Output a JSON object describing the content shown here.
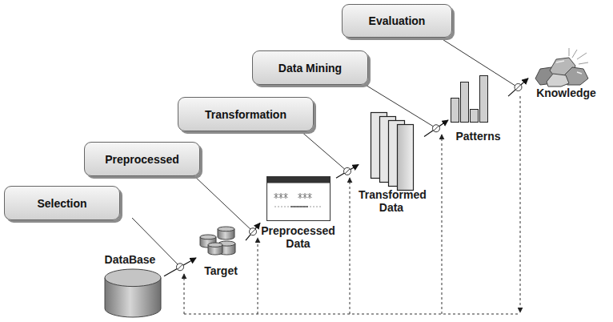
{
  "diagram": {
    "nodes": [
      {
        "text": [
          "Selection"
        ]
      },
      {
        "text": [
          "Preprocessed"
        ]
      },
      {
        "text": [
          "Transformation"
        ]
      },
      {
        "text": [
          "Data Mining"
        ]
      },
      {
        "text": [
          "Evaluation"
        ]
      },
      {
        "text": [
          "DataBase"
        ]
      },
      {
        "text": [
          "Target"
        ]
      },
      {
        "text": [
          "Preprocessed Data"
        ]
      },
      {
        "text": [
          "Transformed Data"
        ]
      },
      {
        "text": [
          "Patterns"
        ]
      },
      {
        "text": [
          "Knowledge"
        ]
      }
    ],
    "edges": [
      {
        "from": 5,
        "to": 6,
        "arrow": "to"
      },
      {
        "from": 6,
        "to": 7,
        "arrow": "to"
      },
      {
        "from": 7,
        "to": 8,
        "arrow": "to"
      },
      {
        "from": 8,
        "to": 9,
        "arrow": "to"
      },
      {
        "from": 9,
        "to": 10,
        "arrow": "to"
      }
    ]
  }
}
